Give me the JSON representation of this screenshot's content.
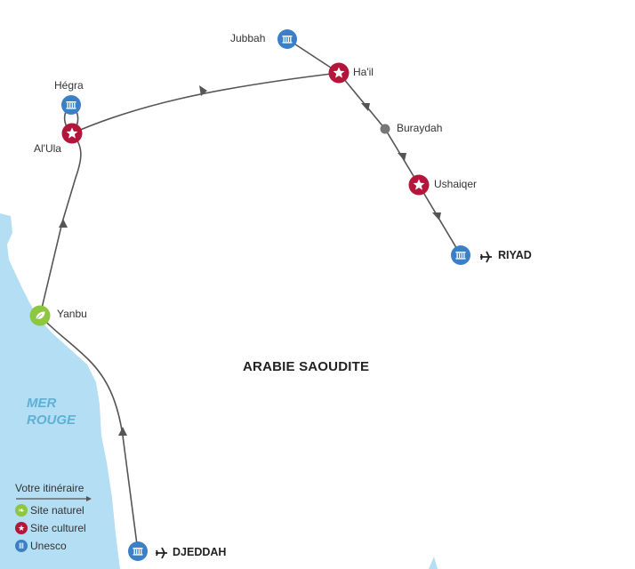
{
  "map": {
    "country_label": "ARABIE SAOUDITE",
    "sea_label_line1": "MER",
    "sea_label_line2": "ROUGE",
    "colors": {
      "sea": "#b3def3",
      "route": "#555555",
      "unesco": "#3b80c6",
      "cultural": "#b3163a",
      "natural": "#8dc63f",
      "stop": "#777777"
    },
    "stops": [
      {
        "name": "Jubbah",
        "type": "unesco"
      },
      {
        "name": "Ha'il",
        "type": "cultural"
      },
      {
        "name": "Buraydah",
        "type": "stop"
      },
      {
        "name": "Ushaiqer",
        "type": "cultural"
      },
      {
        "name": "RIYAD",
        "type": "unesco",
        "airport": true
      },
      {
        "name": "Hégra",
        "type": "unesco"
      },
      {
        "name": "Al'Ula",
        "type": "cultural"
      },
      {
        "name": "Yanbu",
        "type": "natural"
      },
      {
        "name": "DJEDDAH",
        "type": "unesco",
        "airport": true
      }
    ]
  },
  "legend": {
    "title": "Votre itinéraire",
    "items": [
      {
        "label": "Site naturel",
        "icon": "leaf-icon"
      },
      {
        "label": "Site culturel",
        "icon": "star-icon"
      },
      {
        "label": "Unesco",
        "icon": "temple-icon"
      }
    ]
  }
}
